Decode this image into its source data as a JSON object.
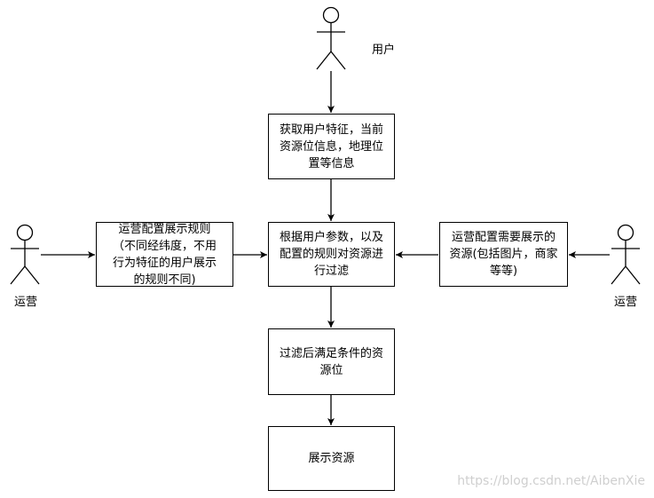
{
  "actors": {
    "user": "用户",
    "ops_left": "运营",
    "ops_right": "运营"
  },
  "nodes": {
    "get_features": "获取用户特征，当前\n资源位信息，地理位\n置等信息",
    "filter": "根据用户参数，以及\n配置的规则对资源进\n行过滤",
    "rules_config": "运营配置展示规则\n（不同经纬度，不用\n行为特征的用户展示\n的规则不同)",
    "resource_config": "运营配置需要展示的\n资源(包括图片，商家\n等等)",
    "filtered_result": "过滤后满足条件的资\n源位",
    "show_resources": "展示资源"
  },
  "watermark": "https://blog.csdn.net/AibenXie"
}
